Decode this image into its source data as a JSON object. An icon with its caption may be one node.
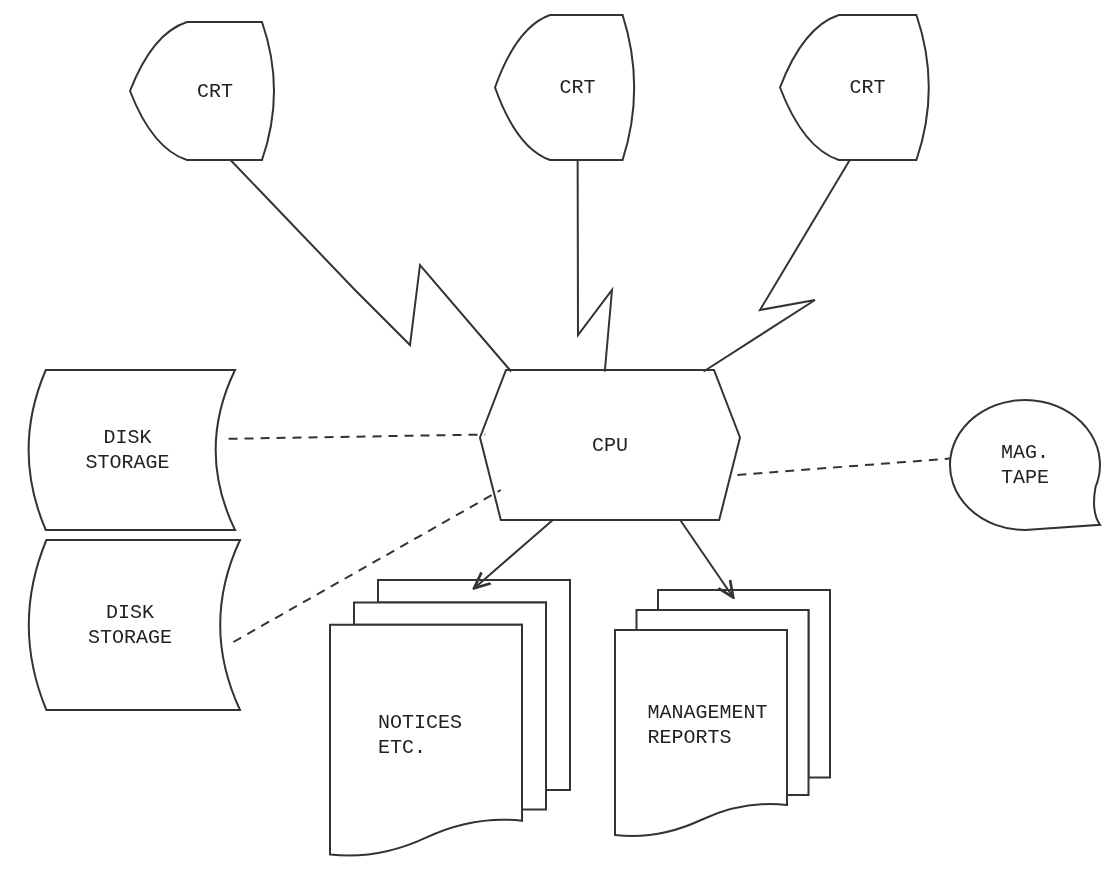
{
  "diagram": {
    "nodes": [
      {
        "text": [
          "CRT"
        ]
      },
      {
        "text": [
          "CRT"
        ]
      },
      {
        "text": [
          "CRT"
        ]
      },
      {
        "text": [
          "CPU"
        ]
      },
      {
        "text": [
          "DISK STORAGE"
        ]
      },
      {
        "text": [
          "DISK STORAGE"
        ]
      },
      {
        "text": [
          "MAG. TAPE"
        ]
      },
      {
        "text": [
          "NOTICES ETC."
        ]
      },
      {
        "text": [
          "MANAGEMENT REPORTS"
        ]
      }
    ],
    "edges": [
      {
        "from": 0,
        "to": 3,
        "arrow": "none"
      },
      {
        "from": 1,
        "to": 3,
        "arrow": "none"
      },
      {
        "from": 2,
        "to": 3,
        "arrow": "none"
      },
      {
        "from": 4,
        "to": 3,
        "arrow": "none",
        "style": "dashed"
      },
      {
        "from": 5,
        "to": 3,
        "arrow": "none",
        "style": "dashed"
      },
      {
        "from": 3,
        "to": 6,
        "arrow": "none",
        "style": "dashed"
      },
      {
        "from": 3,
        "to": 7,
        "arrow": "to"
      },
      {
        "from": 3,
        "to": 8,
        "arrow": "to"
      }
    ]
  }
}
